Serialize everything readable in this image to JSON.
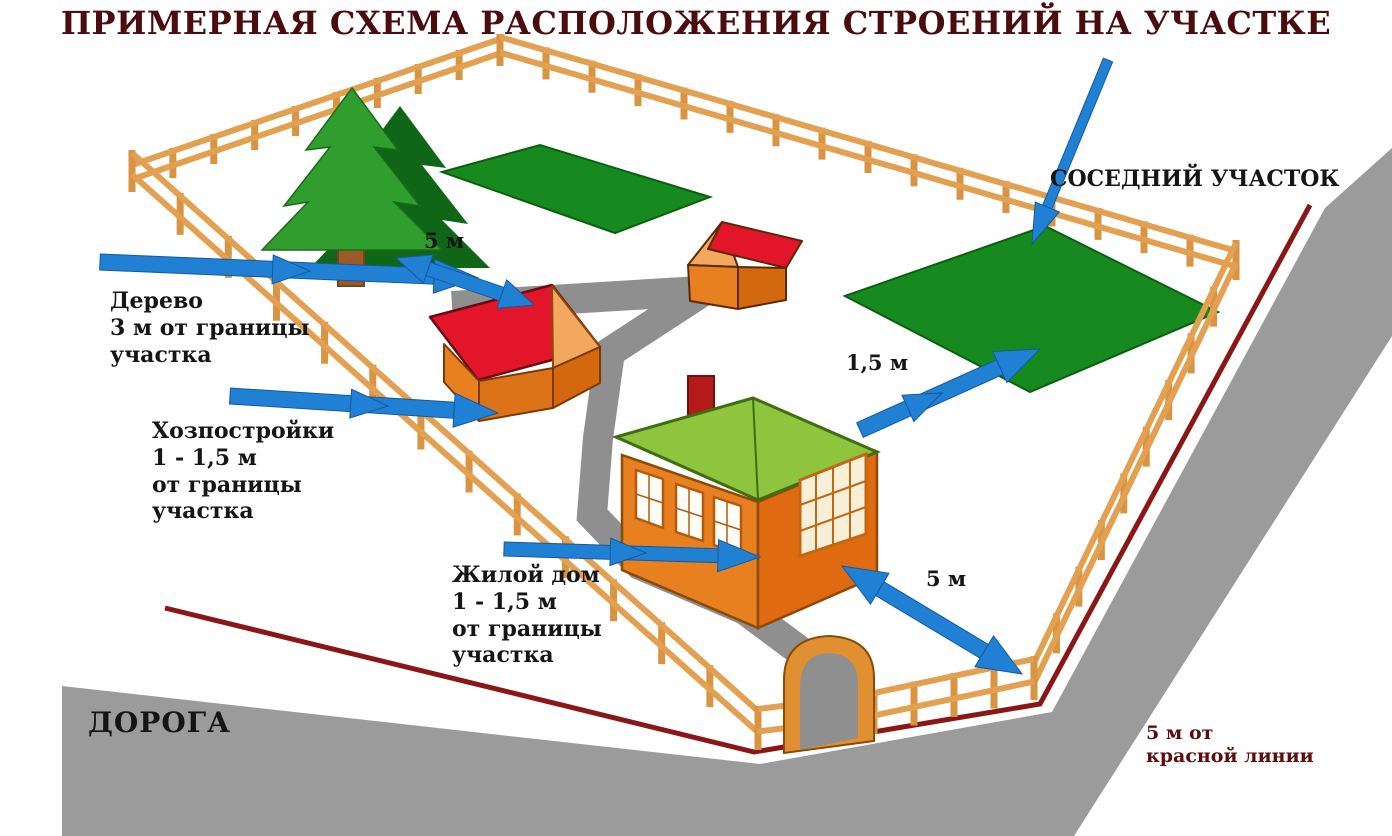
{
  "title": "ПРИМЕРНАЯ СХЕМА РАСПОЛОЖЕНИЯ СТРОЕНИЙ НА УЧАСТКЕ",
  "scene": {
    "neighbor_plot_label": "СОСЕДНИЙ УЧАСТОК",
    "road_label": "ДОРОГА",
    "red_line_note": "5 м от\nкрасной линии",
    "tree_label": "Дерево\n3 м от границы\nучастка",
    "outbuildings_label": "Хозпостройки\n1 - 1,5 м\nот границы\nучастка",
    "house_label": "Жилой дом\n1 - 1,5 м\nот границы\nучастка",
    "distances": {
      "tree_to_outbuilding": "5 м",
      "bed_to_fence": "1,5 м",
      "house_to_fence": "5 м"
    }
  },
  "colors": {
    "title_text": "#4A0C0C",
    "note_text": "#5C0E0E",
    "arrow_blue": "#2080D4",
    "red_line": "#8B1616",
    "fence_orange": "#DFA04E",
    "roof_red": "#E2152B",
    "house_roof_green": "#8FC43F",
    "wall_orange": "#E8801F",
    "gable_light_orange": "#F2A85E",
    "lawn_green": "#168A1E",
    "tree_green_front": "#2F9E2F",
    "tree_green_back": "#0E6616",
    "trunk_brown": "#9C5B26",
    "road_gray": "#9B9B9B",
    "path_gray": "#8F8F8F",
    "chimney_red": "#B51A1A"
  }
}
